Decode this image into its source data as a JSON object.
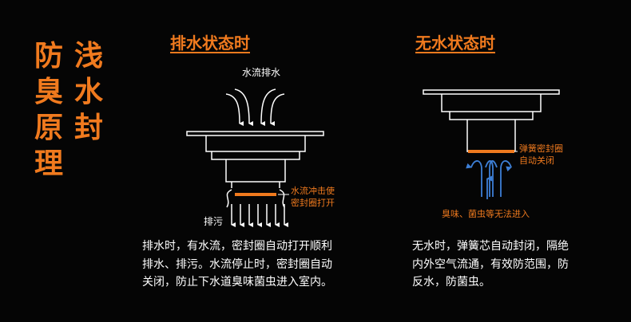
{
  "title": {
    "col1": [
      "防",
      "臭",
      "原",
      "理"
    ],
    "col2": [
      "浅",
      "水",
      "封"
    ]
  },
  "drain_state": {
    "heading": "排水状态时",
    "label_water_flow": "水流排水",
    "label_seal_line1": "水流冲击使",
    "label_seal_line2": "密封圈打开",
    "label_discharge": "排污",
    "description": [
      "排水时，有水流，密封圈自动打开顺利",
      "排水、排污。水流停止时，密封圈自动",
      "关闭，防止下水道臭味菌虫进入室内。"
    ]
  },
  "no_water_state": {
    "heading": "无水状态时",
    "label_spring_line1": "弹簧密封圈",
    "label_spring_line2": "自动关闭",
    "label_blocked": "臭味、菌虫等无法进入",
    "description": [
      "无水时，弹簧芯自动封闭，隔绝",
      "内外空气流通，有效防范围，防",
      "反水，防菌虫。"
    ]
  },
  "colors": {
    "accent": "#f07a1e",
    "background": "#050505",
    "arrow_white": "#ffffff",
    "arrow_blue": "#3d7fd6"
  }
}
